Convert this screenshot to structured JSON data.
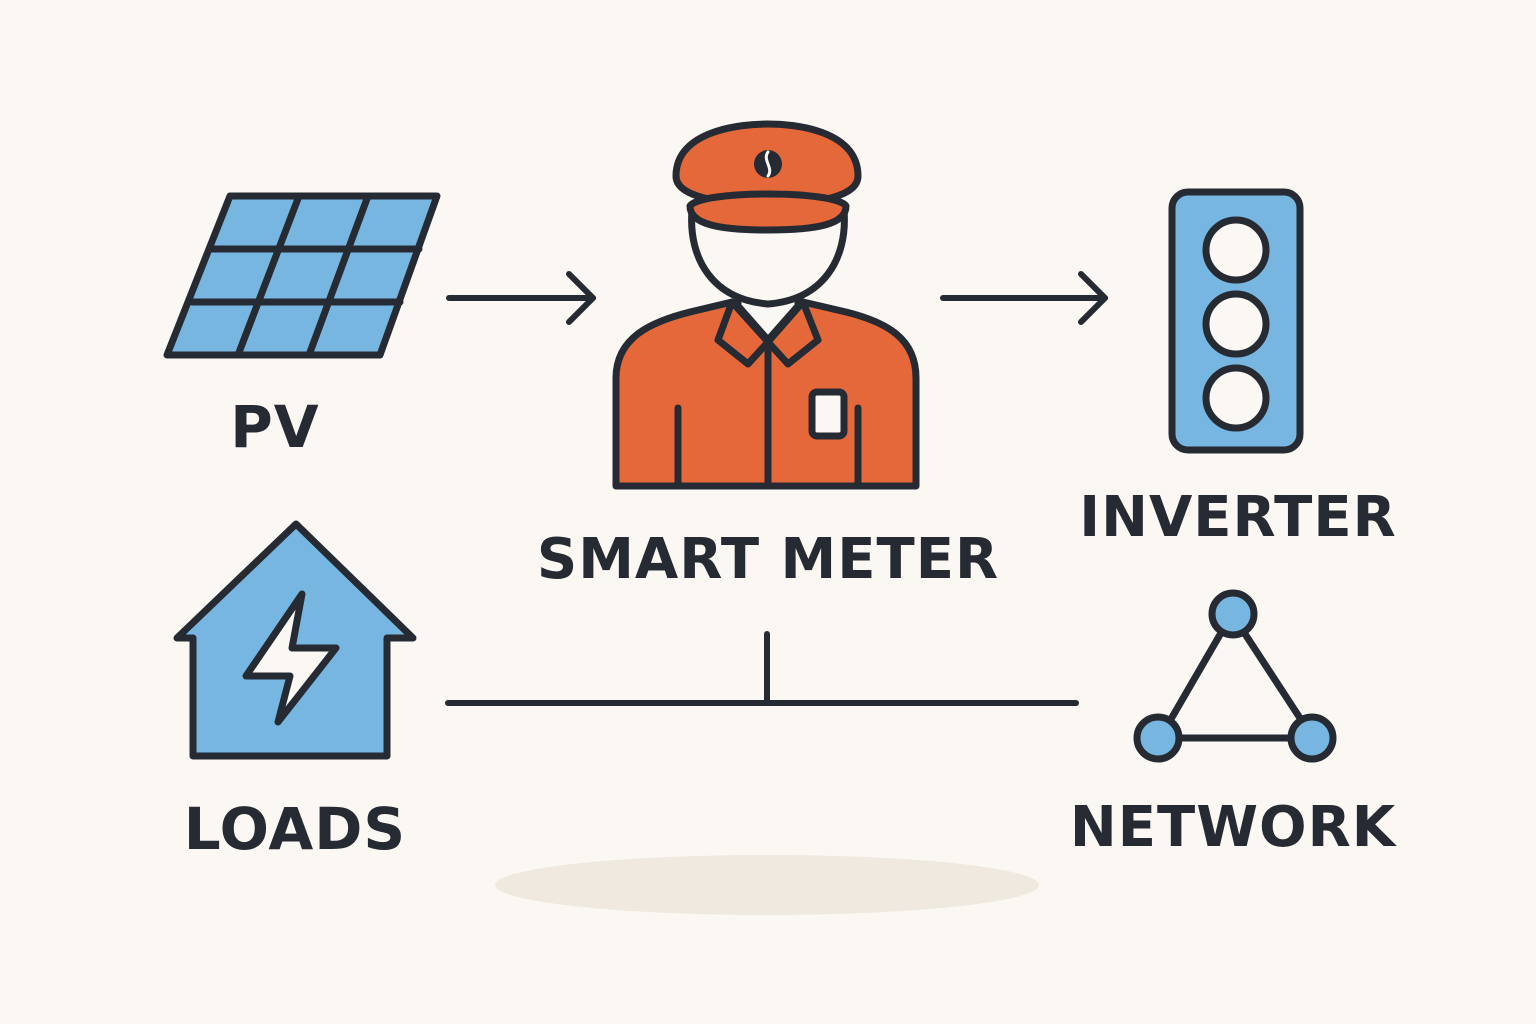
{
  "labels": {
    "pv": "PV",
    "smart_meter": "SMART METER",
    "inverter": "INVERTER",
    "loads": "LOADS",
    "network": "NETWORK"
  },
  "colors": {
    "background": "#fbf8f3",
    "outline": "#262b33",
    "blue_fill": "#77b6e0",
    "orange_fill": "#e5683b",
    "shadow": "#efe9e0"
  },
  "icons": {
    "pv": "solar-panel-icon",
    "smart_meter": "uniformed-person-icon",
    "inverter": "traffic-light-icon",
    "loads": "house-lightning-icon",
    "network": "triangle-network-icon"
  }
}
